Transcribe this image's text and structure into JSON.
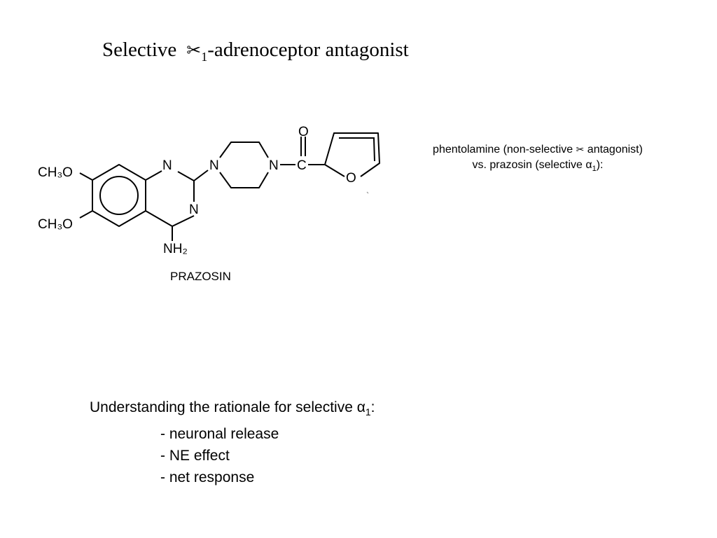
{
  "title": {
    "prefix": "Selective",
    "symbol": "✂",
    "subscript": "1",
    "suffix": "-adrenoceptor antagonist"
  },
  "structure": {
    "atoms": {
      "ch3o_top": "CH₃O",
      "ch3o_bottom": "CH₃O",
      "n_ring_top": "N",
      "n_ring_right": "N",
      "n_pip_left": "N",
      "n_pip_right": "N",
      "c_carbonyl": "C",
      "o_carbonyl": "O",
      "o_furan": "O",
      "nh2": "NH₂"
    },
    "compound_name": "PRAZOSIN"
  },
  "caption": {
    "line1_prefix": "phentolamine (non-selective ",
    "line1_symbol": "✂",
    "line1_suffix": " antagonist)",
    "line2_prefix": "vs. prazosin (selective α",
    "line2_subscript": "1",
    "line2_suffix": "):"
  },
  "rationale": {
    "heading_prefix": "Understanding the rationale for selective α",
    "heading_subscript": "1",
    "heading_suffix": ":",
    "items": [
      "- neuronal release",
      "- NE effect",
      "- net response"
    ]
  }
}
